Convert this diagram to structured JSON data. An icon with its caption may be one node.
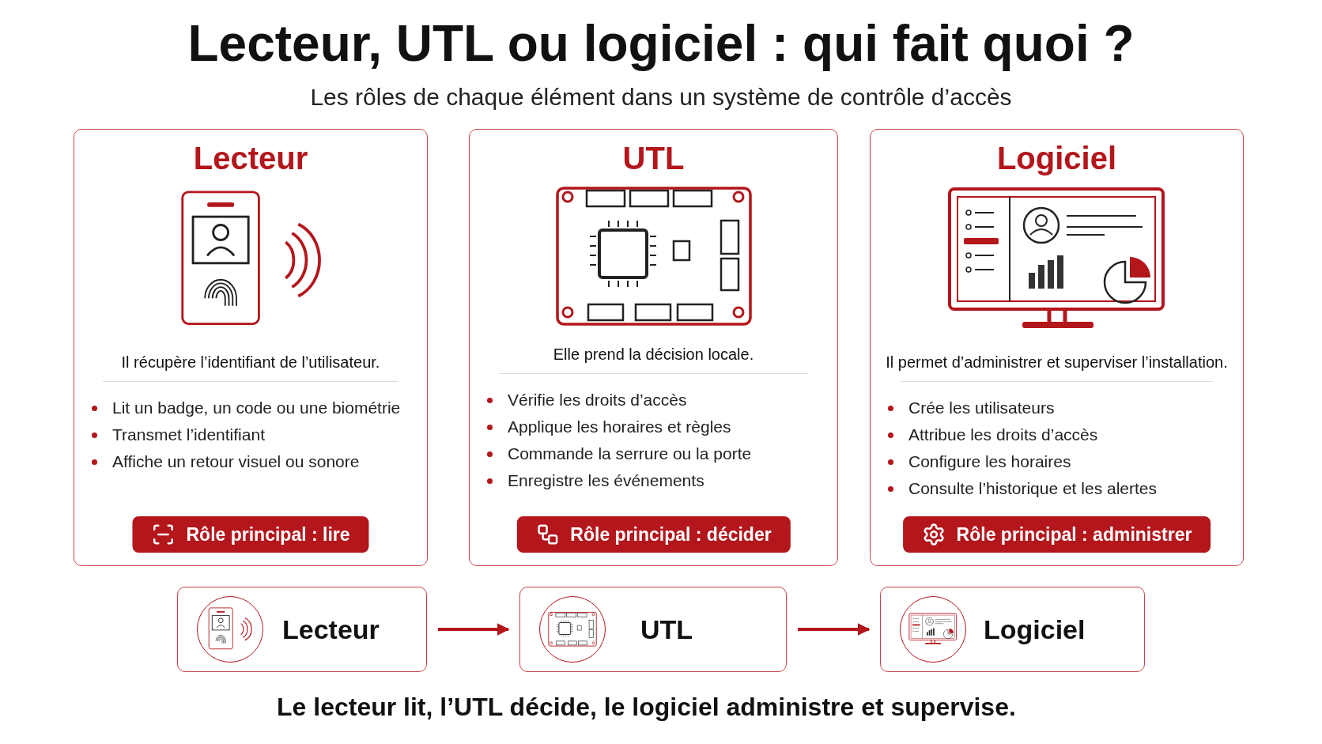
{
  "diagram": {
    "title": "Lecteur, UTL ou logiciel : qui fait quoi ?",
    "caption": "Le lecteur lit, l’UTL décide, le logiciel administre et supervise.",
    "nodes": [
      {
        "text": [
          "Lecteur",
          "Il récupère l’identifiant de l’utilisateur.",
          "Lit un badge, un code ou une biométrie",
          "Transmet l’identifiant",
          "Affiche un retour visuel ou sonore",
          "Rôle principal : lire"
        ]
      },
      {
        "text": [
          "UTL",
          "Elle prend la décision locale.",
          "Vérifie les droits d’accès",
          "Applique les horaires et règles",
          "Commande la serrure ou la porte",
          "Enregistre les événements",
          "Rôle principal : décider"
        ]
      },
      {
        "text": [
          "Logiciel",
          "Il permet d’administrer et superviser l’installation.",
          "Crée les utilisateurs",
          "Attribue les droits d’accès",
          "Configure les horaires",
          "Consulte l’historique et les alertes",
          "Rôle principal : administrer"
        ]
      },
      {
        "text": [
          "Lecteur"
        ]
      },
      {
        "text": [
          "UTL"
        ]
      },
      {
        "text": [
          "Logiciel"
        ]
      }
    ],
    "edges": [
      {
        "from": 3,
        "to": 4,
        "arrow": "to"
      },
      {
        "from": 4,
        "to": 5,
        "arrow": "to"
      }
    ],
    "labels": [
      "Les rôles de chaque élément dans un système de contrôle d’accès"
    ]
  }
}
